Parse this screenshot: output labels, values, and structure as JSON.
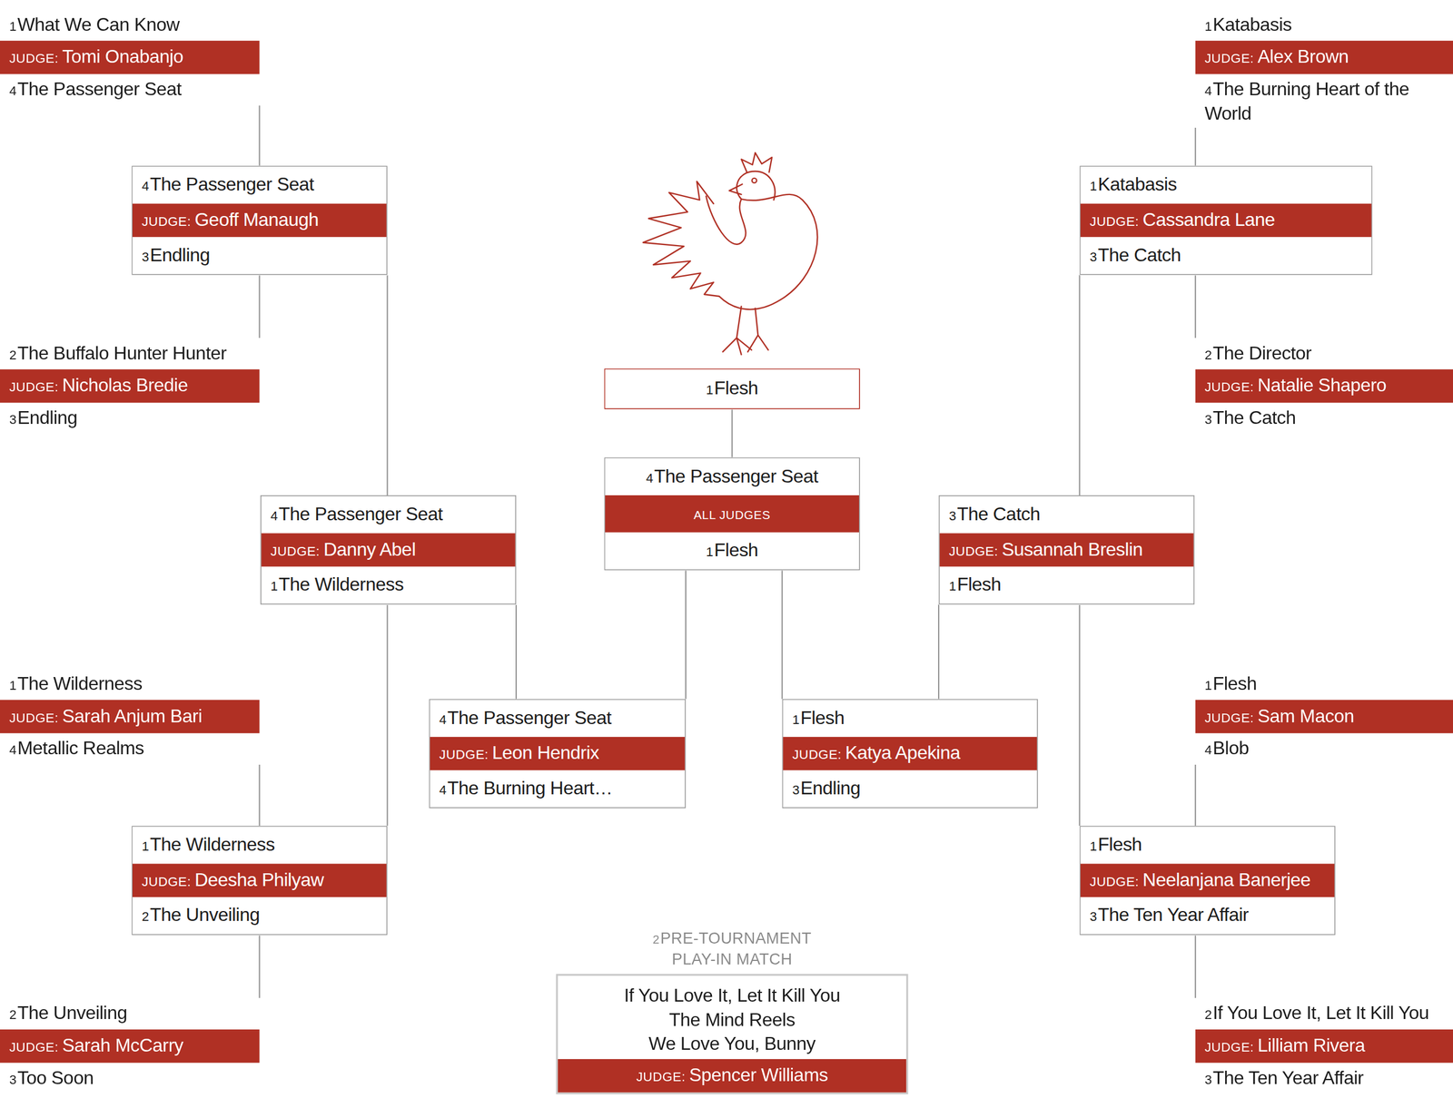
{
  "diagram": {
    "nodes": [
      {
        "text": [
          "1",
          "What We Can Know",
          "JUDGE:",
          "Tomi Onabanjo",
          "4",
          "The Passenger Seat"
        ]
      },
      {
        "text": [
          "1",
          "Katabasis",
          "JUDGE:",
          "Alex Brown",
          "4",
          "The Burning Heart of the World"
        ]
      },
      {
        "text": [
          "4",
          "The Passenger Seat",
          "JUDGE:",
          "Geoff Manaugh",
          "3",
          "Endling"
        ]
      },
      {
        "text": [
          "1",
          "Katabasis",
          "JUDGE:",
          "Cassandra Lane",
          "3",
          "The Catch"
        ]
      },
      {
        "text": [
          "2",
          "The Buffalo Hunter Hunter",
          "JUDGE:",
          "Nicholas Bredie",
          "3",
          "Endling"
        ]
      },
      {
        "text": [
          "2",
          "The Director",
          "JUDGE:",
          "Natalie Shapero",
          "3",
          "The Catch"
        ]
      },
      {
        "text": [
          "1",
          "Flesh"
        ]
      },
      {
        "text": [
          "4",
          "The Passenger Seat",
          "ALL JUDGES",
          "1",
          "Flesh"
        ]
      },
      {
        "text": [
          "4",
          "The Passenger Seat",
          "JUDGE:",
          "Danny Abel",
          "1",
          "The Wilderness"
        ]
      },
      {
        "text": [
          "3",
          "The Catch",
          "JUDGE:",
          "Susannah Breslin",
          "1",
          "Flesh"
        ]
      },
      {
        "text": [
          "1",
          "The Wilderness",
          "JUDGE:",
          "Sarah Anjum Bari",
          "4",
          "Metallic Realms"
        ]
      },
      {
        "text": [
          "1",
          "Flesh",
          "JUDGE:",
          "Sam Macon",
          "4",
          "Blob"
        ]
      },
      {
        "text": [
          "4",
          "The Passenger Seat",
          "JUDGE:",
          "Leon Hendrix",
          "4",
          "The Burning Heart…"
        ]
      },
      {
        "text": [
          "1",
          "Flesh",
          "JUDGE:",
          "Katya Apekina",
          "3",
          "Endling"
        ]
      },
      {
        "text": [
          "1",
          "The Wilderness",
          "JUDGE:",
          "Deesha Philyaw",
          "2",
          "The Unveiling"
        ]
      },
      {
        "text": [
          "1",
          "Flesh",
          "JUDGE:",
          "Neelanjana Banerjee",
          "3",
          "The Ten Year Affair"
        ]
      },
      {
        "text": [
          "2",
          "The Unveiling",
          "JUDGE:",
          "Sarah McCarry",
          "3",
          "Too Soon"
        ]
      },
      {
        "text": [
          "2",
          "If You Love It, Let It Kill You",
          "JUDGE:",
          "Lilliam Rivera",
          "3",
          "The Ten Year Affair"
        ]
      },
      {
        "text": [
          "2",
          "PRE-TOURNAMENT PLAY-IN MATCH",
          "If You Love It, Let It Kill You",
          "The Mind Reels",
          "We Love You, Bunny",
          "JUDGE:",
          "Spencer Williams"
        ]
      }
    ],
    "edges": [
      {
        "from": 0,
        "to": 2,
        "arrow": "none"
      },
      {
        "from": 4,
        "to": 2,
        "arrow": "none"
      },
      {
        "from": 2,
        "to": 8,
        "arrow": "none"
      },
      {
        "from": 10,
        "to": 14,
        "arrow": "none"
      },
      {
        "from": 16,
        "to": 14,
        "arrow": "none"
      },
      {
        "from": 14,
        "to": 8,
        "arrow": "none"
      },
      {
        "from": 8,
        "to": 12,
        "arrow": "none"
      },
      {
        "from": 12,
        "to": 7,
        "arrow": "none"
      },
      {
        "from": 7,
        "to": 6,
        "arrow": "none"
      },
      {
        "from": 13,
        "to": 7,
        "arrow": "none"
      },
      {
        "from": 9,
        "to": 13,
        "arrow": "none"
      },
      {
        "from": 3,
        "to": 9,
        "arrow": "none"
      },
      {
        "from": 15,
        "to": 9,
        "arrow": "none"
      },
      {
        "from": 1,
        "to": 3,
        "arrow": "none"
      },
      {
        "from": 5,
        "to": 3,
        "arrow": "none"
      },
      {
        "from": 11,
        "to": 15,
        "arrow": "none"
      },
      {
        "from": 17,
        "to": 15,
        "arrow": "none"
      }
    ]
  }
}
